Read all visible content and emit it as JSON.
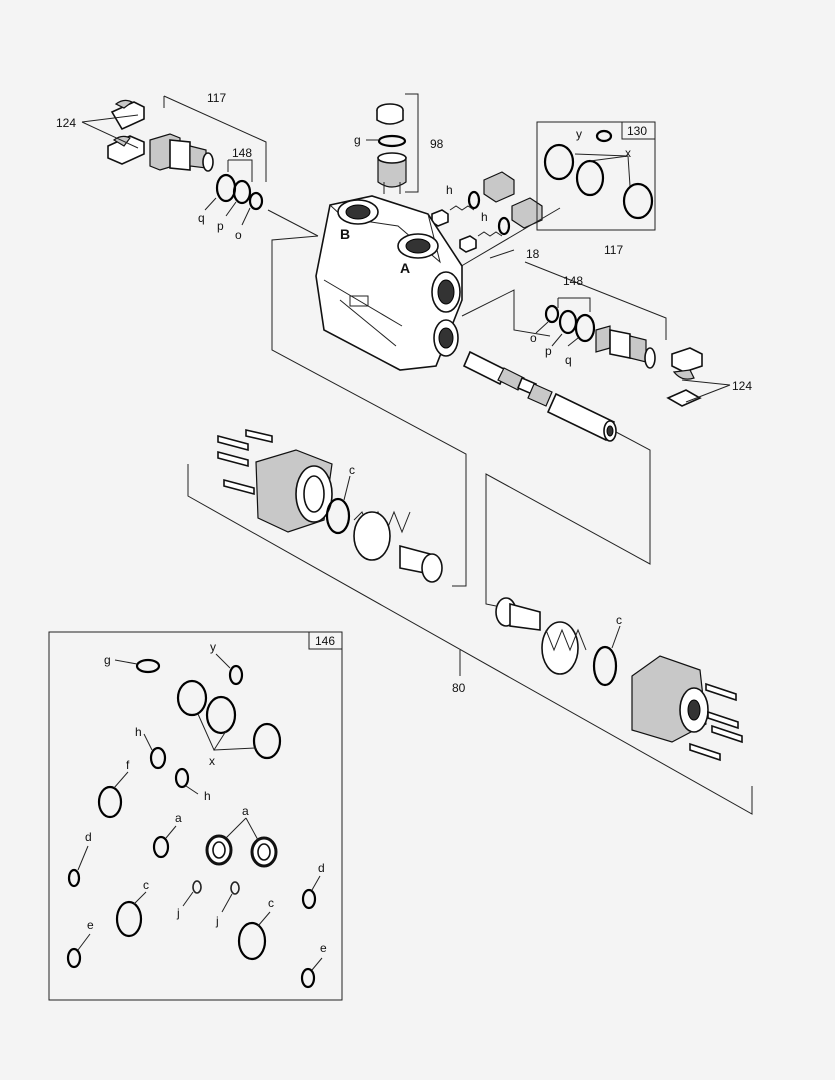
{
  "labels": {
    "l117a": "117",
    "l124a": "124",
    "l148a": "148",
    "lq1": "q",
    "lp1": "p",
    "lo1": "o",
    "lg98": "g",
    "l98": "98",
    "lh1": "h",
    "lh2": "h",
    "l18": "18",
    "lB": "B",
    "lA": "A",
    "l130": "130",
    "ly130": "y",
    "lx130": "x",
    "l117b": "117",
    "l148b": "148",
    "lo2": "o",
    "lp2": "p",
    "lq2": "q",
    "l124b": "124",
    "lc1": "c",
    "lc2": "c",
    "l80": "80",
    "l146": "146",
    "kg": "g",
    "ky": "y",
    "kx": "x",
    "kh1": "h",
    "kh2": "h",
    "kf": "f",
    "ka1": "a",
    "ka2": "a",
    "kd1": "d",
    "kd2": "d",
    "kc1": "c",
    "kc2": "c",
    "kj1": "j",
    "kj2": "j",
    "ke1": "e",
    "ke2": "e"
  }
}
